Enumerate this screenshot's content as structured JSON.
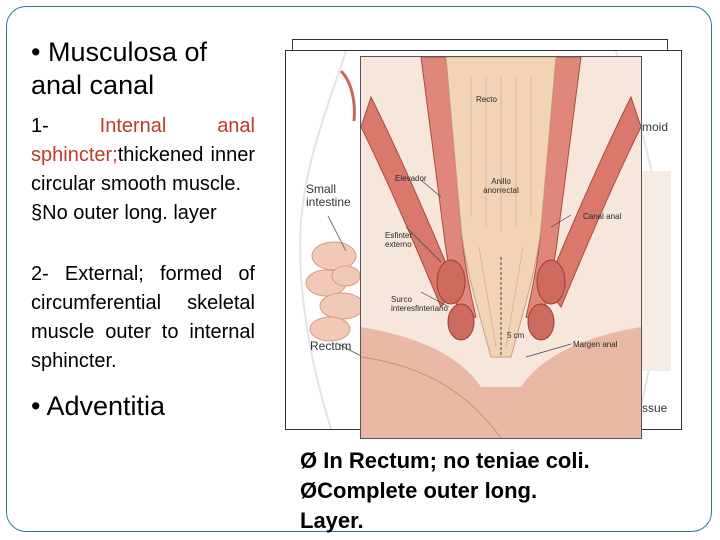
{
  "left": {
    "heading": "• Musculosa of anal canal",
    "internal_prefix": "1-",
    "internal_name": "Internal anal sphincter;",
    "internal_desc": "thickened inner circular smooth muscle.",
    "internal_note": "§No outer long. layer",
    "external": "2- External; formed of circumferential skeletal muscle outer to internal sphincter.",
    "adventitia": "• Adventitia"
  },
  "back_illustration": {
    "labels": [
      "Small intestine",
      "Rectum",
      "moid",
      "ssue"
    ]
  },
  "front_illustration": {
    "labels": [
      "Recto",
      "Elevador",
      "Anillo anorrectal",
      "Esfinter externo",
      "Canal anal",
      "Surco interesfinteriano",
      "5 cm",
      "Margen anal"
    ]
  },
  "right": {
    "line1": "Ø  In Rectum; no teniae coli.",
    "line2": "ØComplete outer long.",
    "line3": "Layer."
  },
  "colors": {
    "frame": "#2a7a9a",
    "highlight_red": "#c0392b",
    "muscle": "#d9786b",
    "mucosa": "#f2d3b5"
  }
}
